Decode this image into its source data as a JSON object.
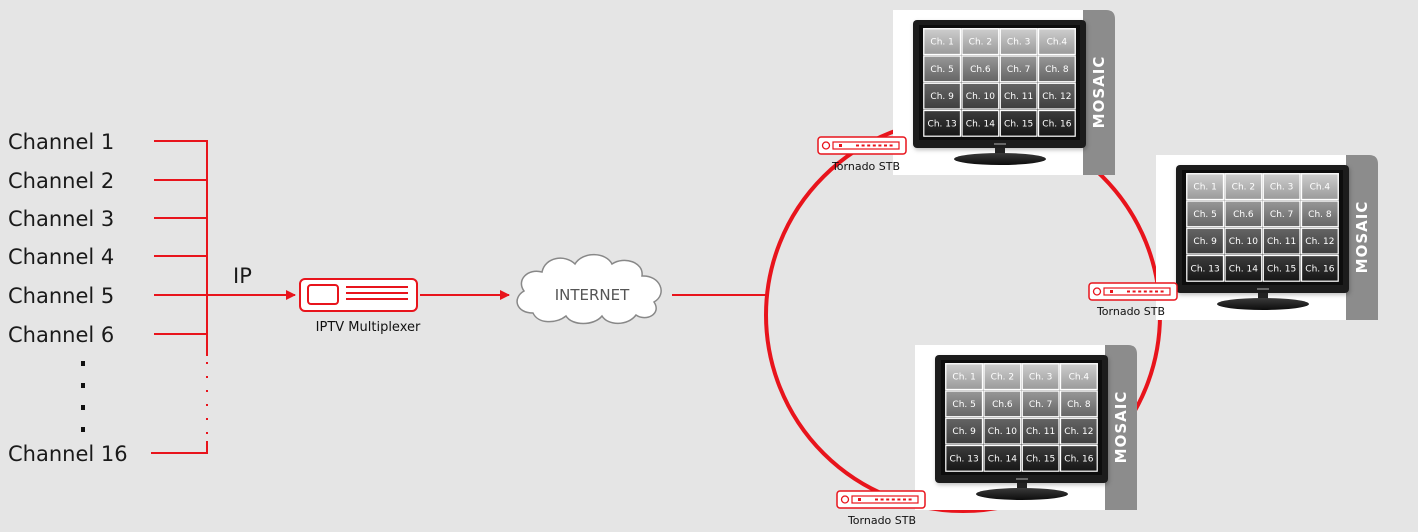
{
  "channels": [
    "Channel 1",
    "Channel 2",
    "Channel 3",
    "Channel 4",
    "Channel 5",
    "Channel 6",
    "Channel 16"
  ],
  "ellipsis_dots": 4,
  "ip_label": "IP",
  "multiplexer_label": "IPTV Multiplexer",
  "internet_label": "INTERNET",
  "mosaic_label": "MOSAIC",
  "stb_label": "Tornado STB",
  "grid_cells": [
    "Ch. 1",
    "Ch. 2",
    "Ch. 3",
    "Ch.4",
    "Ch. 5",
    "Ch.6",
    "Ch. 7",
    "Ch. 8",
    "Ch. 9",
    "Ch. 10",
    "Ch. 11",
    "Ch. 12",
    "Ch. 13",
    "Ch. 14",
    "Ch. 15",
    "Ch. 16"
  ],
  "colors": {
    "background": "#e5e5e5",
    "accent_red": "#e8141c",
    "mosaic_panel": "#8c8c8c",
    "tv_frame": "#1c1c1c"
  }
}
